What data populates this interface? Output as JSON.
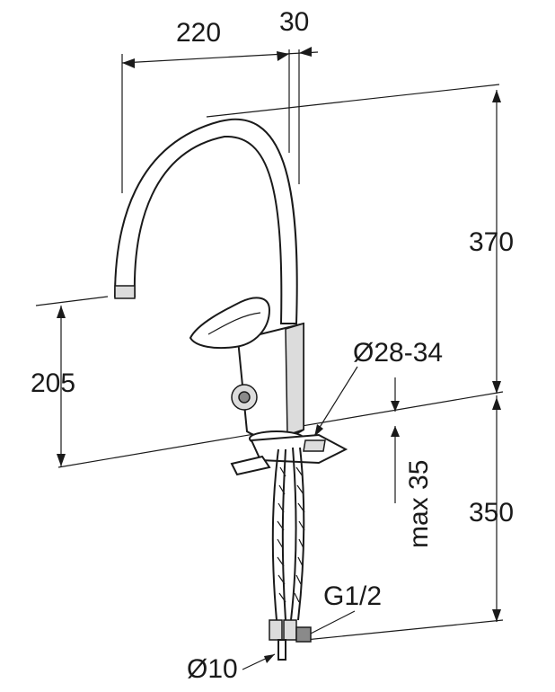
{
  "dimensions": {
    "spout_reach": "220",
    "spout_offset": "30",
    "total_height": "370",
    "spout_height": "205",
    "hole_diameter": "Ø28-34",
    "max_thickness": "max 35",
    "hose_length": "350",
    "connection_thread": "G1/2",
    "hose_diameter": "Ø10"
  }
}
